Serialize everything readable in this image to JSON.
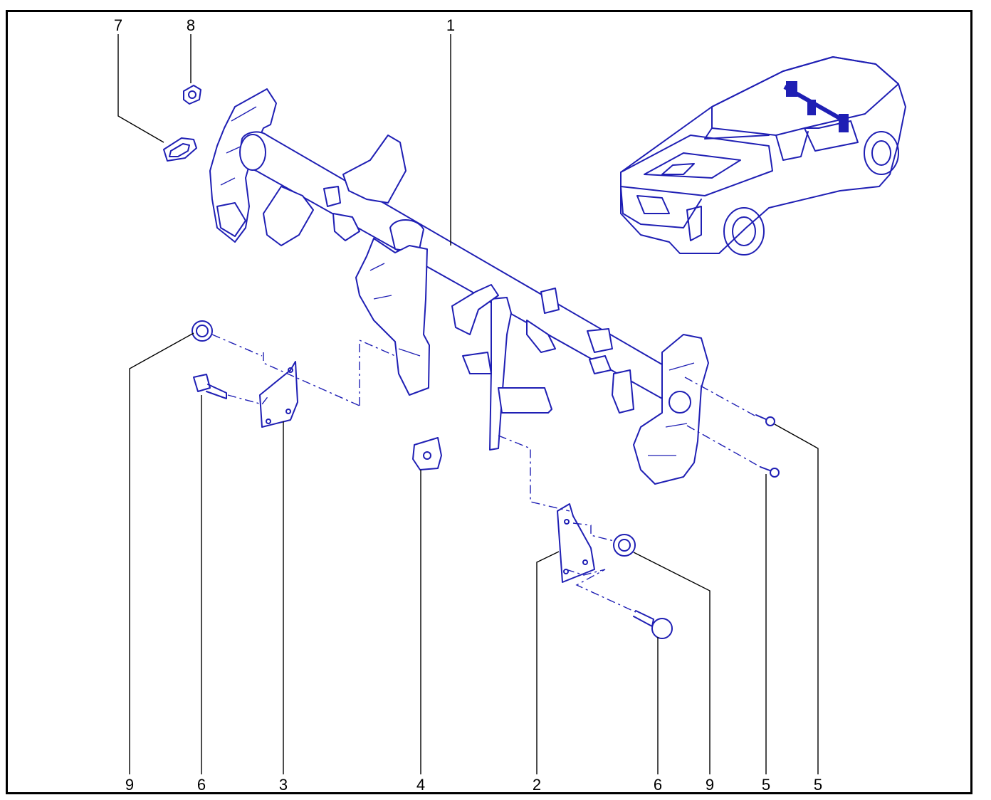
{
  "callouts": {
    "c1": "1",
    "c2": "2",
    "c3": "3",
    "c4": "4",
    "c5a": "5",
    "c5b": "5",
    "c6a": "6",
    "c6b": "6",
    "c7": "7",
    "c8": "8",
    "c9a": "9",
    "c9b": "9"
  },
  "colors": {
    "part_stroke": "#1f1fb4",
    "leader": "#000000",
    "frame": "#000000"
  }
}
